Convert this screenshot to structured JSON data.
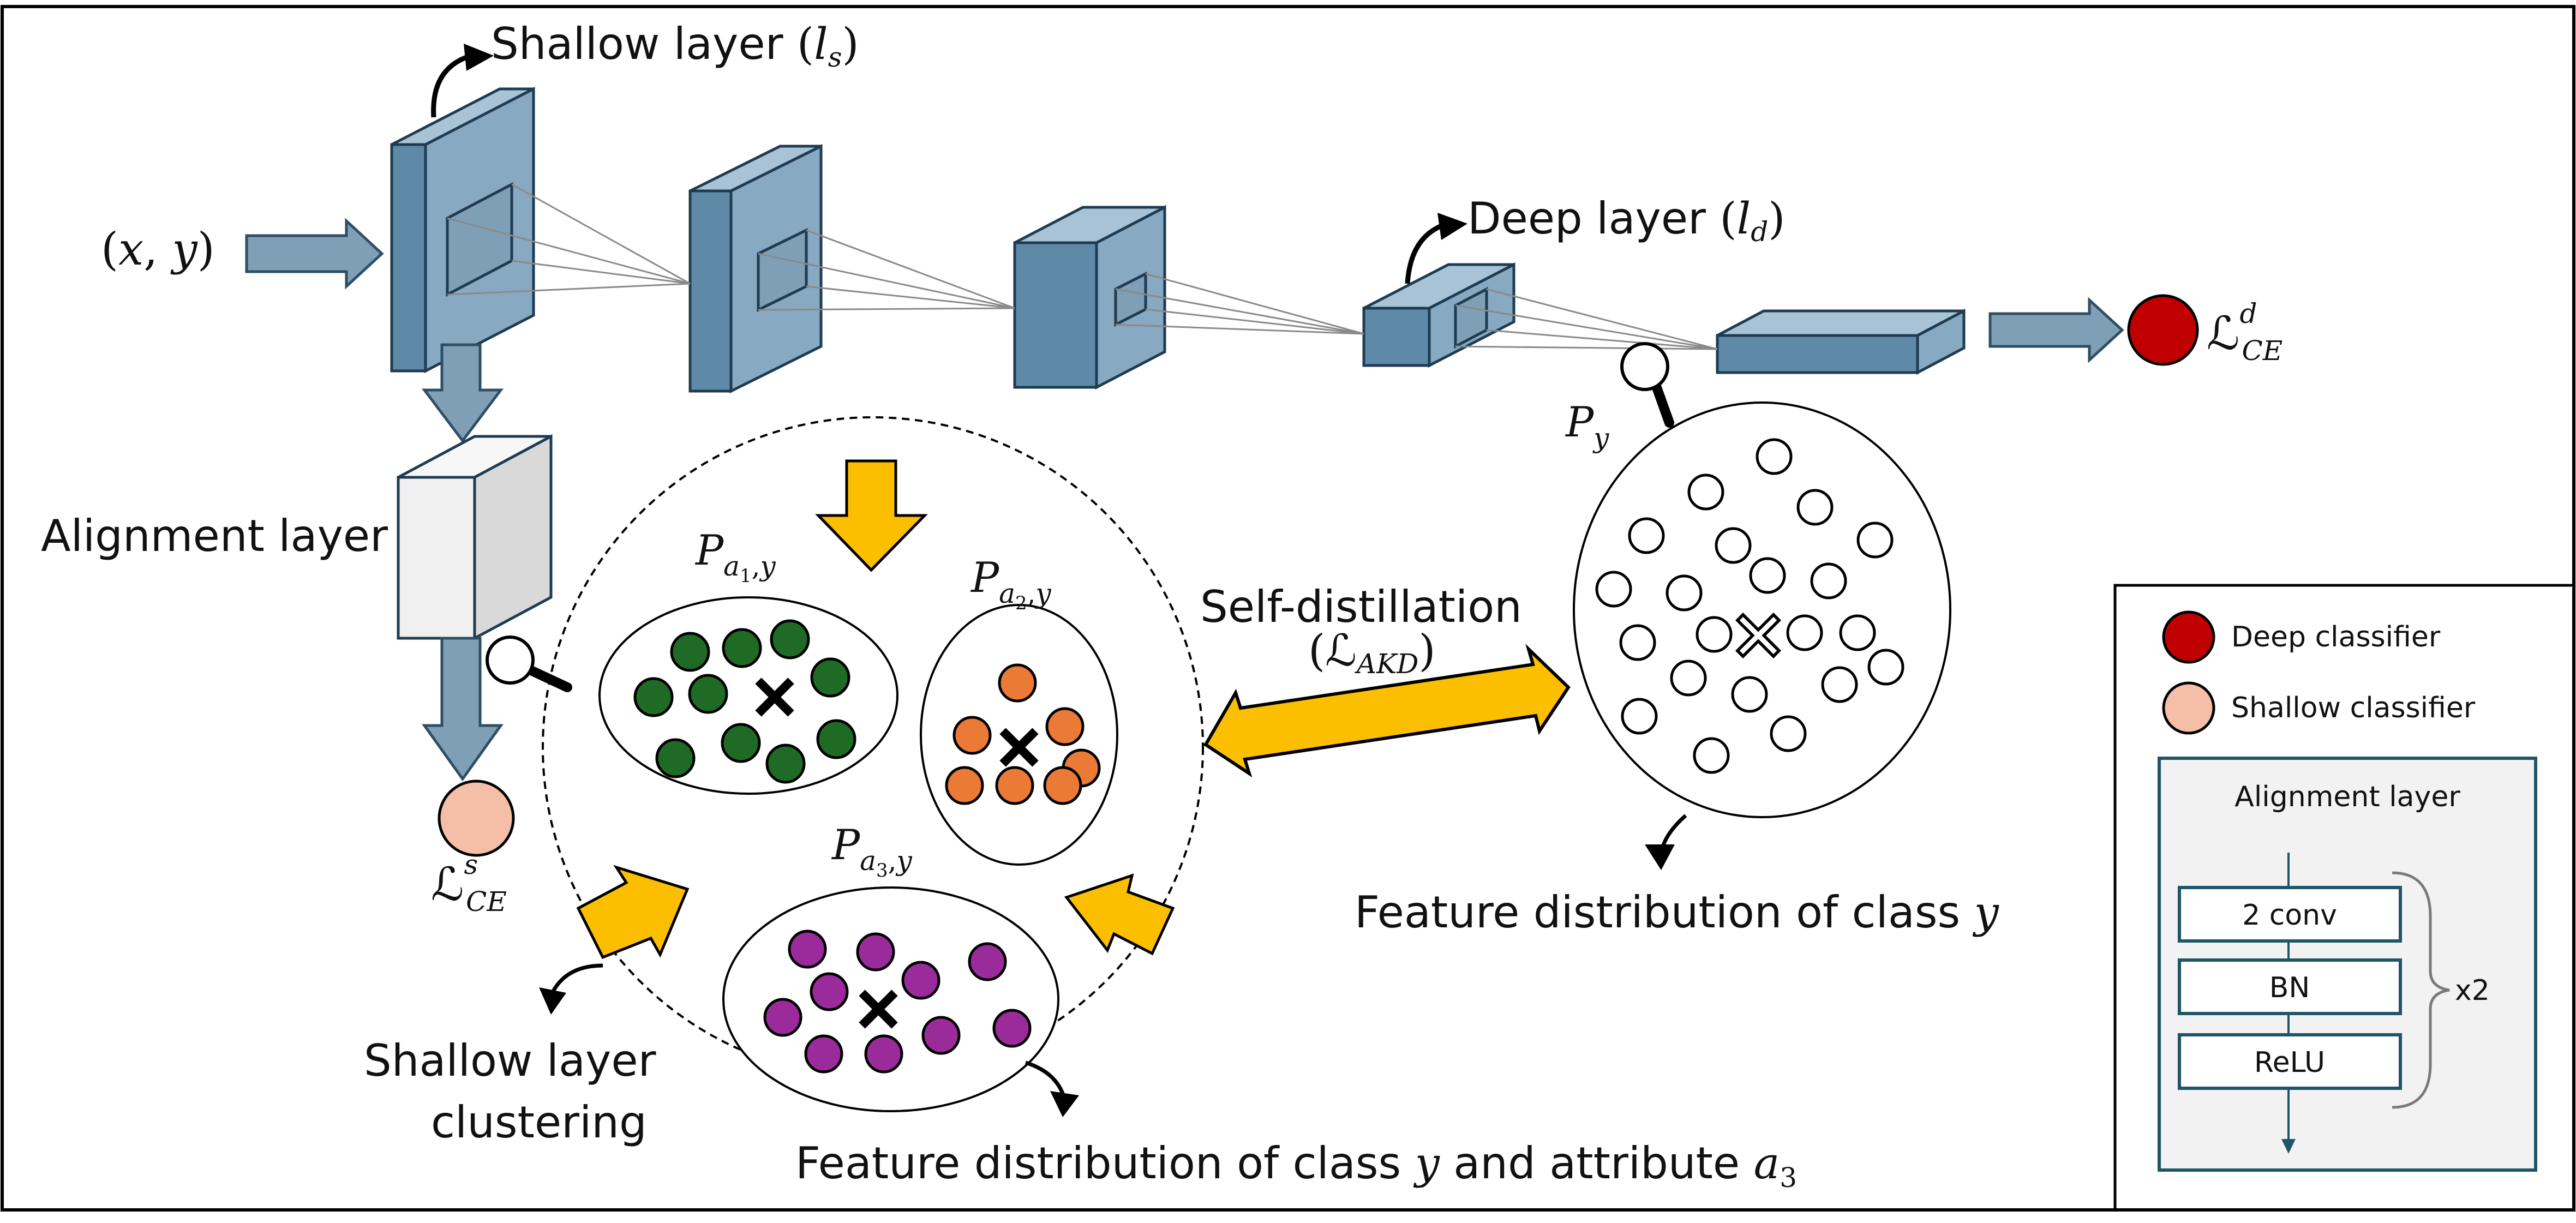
{
  "input": {
    "x": "x",
    "y": "y"
  },
  "shallow_layer": {
    "label": "Shallow layer",
    "symbol": "l",
    "sub": "s"
  },
  "deep_layer": {
    "label": "Deep layer",
    "symbol": "l",
    "sub": "d"
  },
  "alignment_layer": {
    "label": "Alignment layer"
  },
  "loss_shallow": {
    "symbol": "ℒ",
    "sup": "s",
    "sub": "CE"
  },
  "loss_deep": {
    "symbol": "ℒ",
    "sup": "d",
    "sub": "CE"
  },
  "clusters": {
    "a1": {
      "P": "P",
      "a": "a",
      "idx": "1",
      "y": "y"
    },
    "a2": {
      "P": "P",
      "a": "a",
      "idx": "2",
      "y": "y"
    },
    "a3": {
      "P": "P",
      "a": "a",
      "idx": "3",
      "y": "y"
    }
  },
  "deep_cluster": {
    "P": "P",
    "y": "y"
  },
  "self_distillation": {
    "label": "Self-distillation",
    "loss": "ℒ",
    "loss_sub": "AKD"
  },
  "feature_dist_class": {
    "text": "Feature distribution of class ",
    "var": "y"
  },
  "feature_dist_attr": {
    "text": "Feature distribution of class ",
    "var": "y",
    "mid": " and attribute ",
    "attr": "a",
    "attr_sub": "3"
  },
  "shallow_clustering": {
    "line1": "Shallow layer",
    "line2": "clustering"
  },
  "legend": {
    "deep_classifier": "Deep classifier",
    "shallow_classifier": "Shallow classifier",
    "alignment_title": "Alignment layer",
    "blocks": [
      "2 conv",
      "BN",
      "ReLU"
    ],
    "repeat": "x2"
  },
  "colors": {
    "layer_front": "#5e8aa8",
    "layer_side": "#87a9c1",
    "layer_top": "#a8c3d6",
    "arrow_blue": "#7e9fb5",
    "arrow_yellow": "#fbbf00",
    "deep_red": "#c00000",
    "shallow_peach": "#f4bfa6",
    "green": "#1f6b26",
    "orange": "#ea7a35",
    "purple": "#9b2b9b",
    "legend_bg": "#f2f2f2",
    "legend_border": "#1e5568"
  }
}
